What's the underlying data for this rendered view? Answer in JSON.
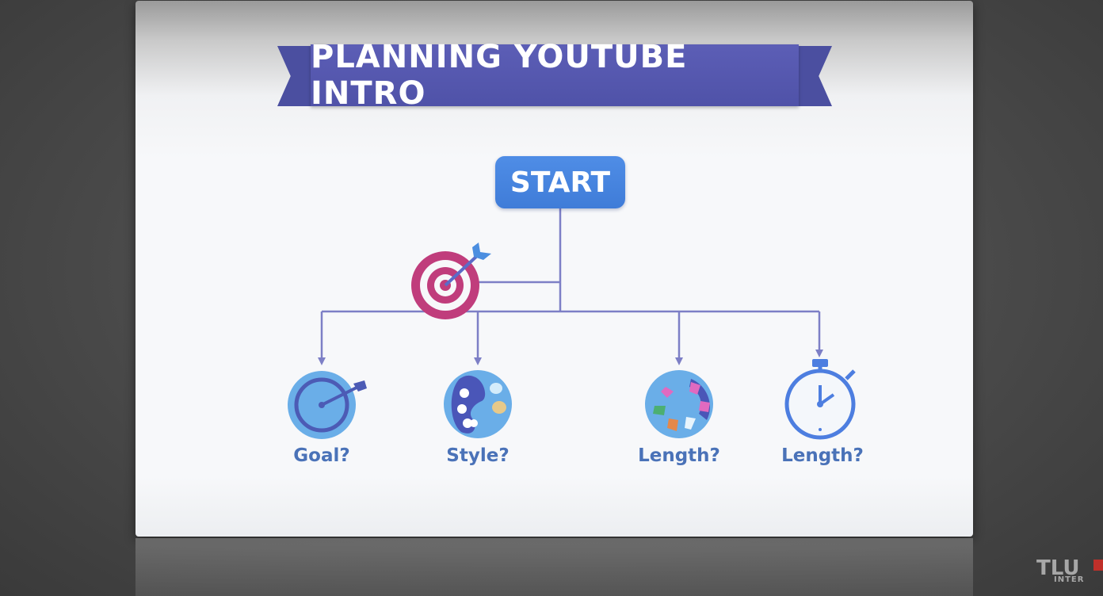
{
  "title": "PLANNING YOUTUBE INTRO",
  "start_label": "START",
  "nodes": [
    {
      "label": "Goal?",
      "icon": "dartboard-icon"
    },
    {
      "label": "Style?",
      "icon": "palette-icon"
    },
    {
      "label": "Length?",
      "icon": "color-wheel-icon"
    },
    {
      "label": "Length?",
      "icon": "stopwatch-icon"
    }
  ],
  "watermark": {
    "main": "TLU",
    "sub": "INTER"
  },
  "colors": {
    "banner": "#5558ad",
    "start_box": "#4686df",
    "connector": "#7d7fc6",
    "target_ring": "#c03d7c",
    "label_text": "#4a72b8",
    "icon_blue": "#5b8fe0"
  }
}
